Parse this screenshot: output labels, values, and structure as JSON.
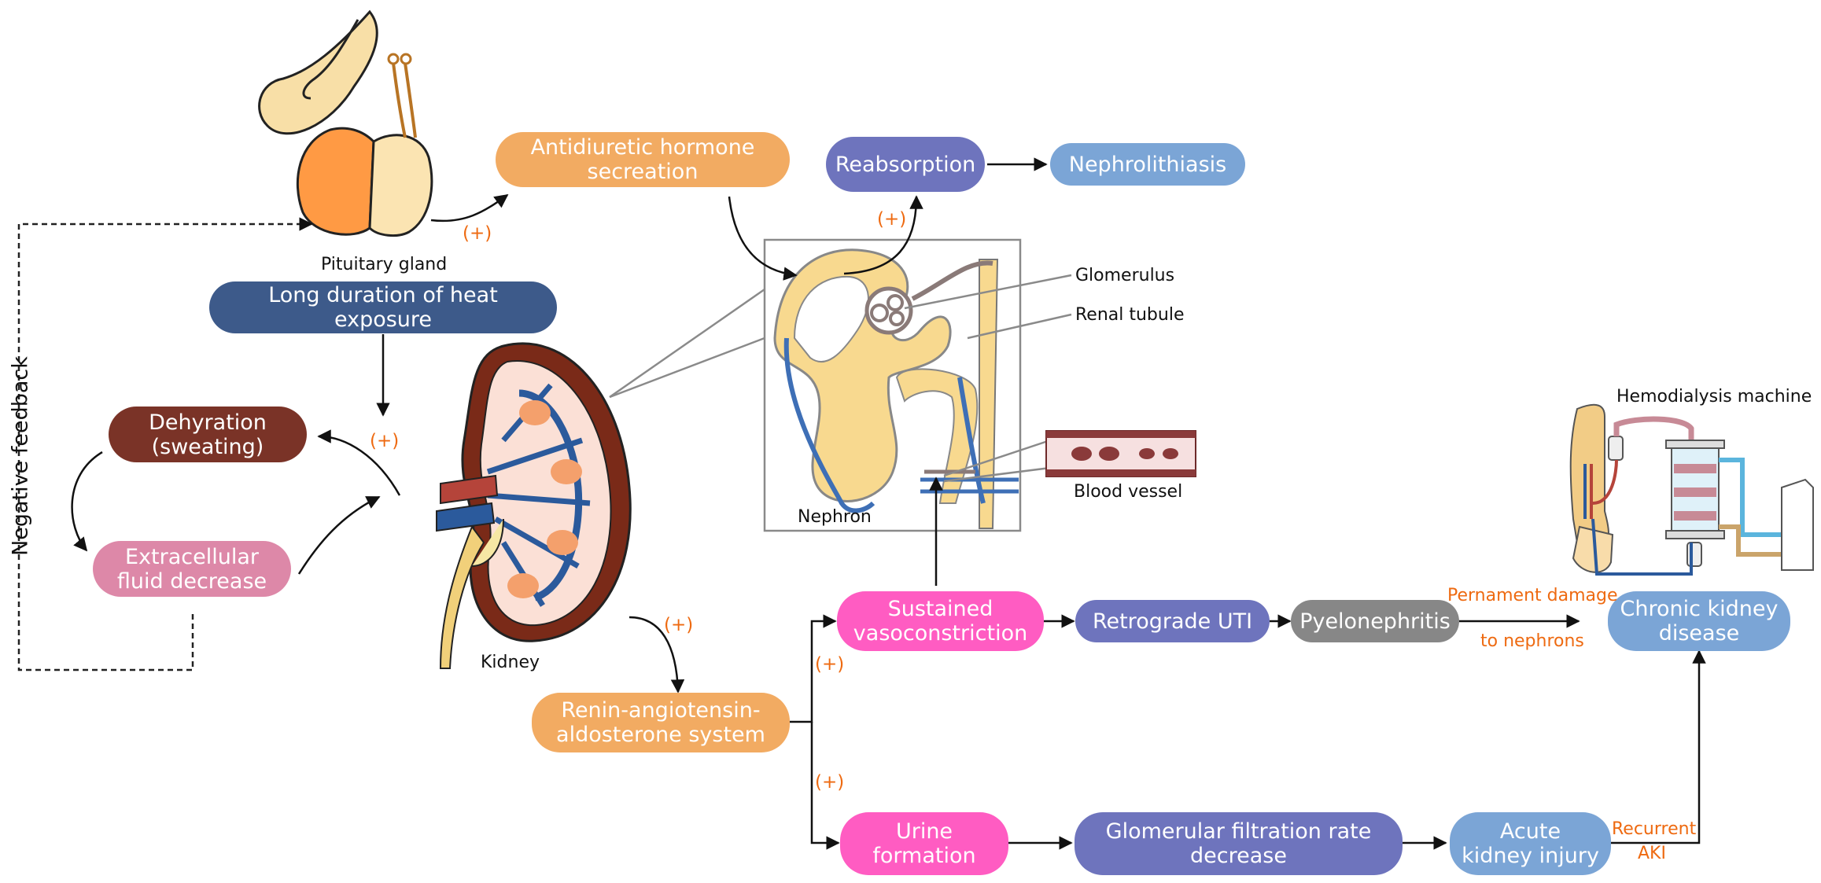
{
  "nodes": {
    "adh": "Antidiuretic hormone\nsecreation",
    "reabsorption": "Reabsorption",
    "nephrolithiasis": "Nephrolithiasis",
    "heat": "Long duration of heat exposure",
    "dehydration": "Dehyration\n(sweating)",
    "ecf": "Extracellular\nfluid decrease",
    "raas": "Renin-angiotensin-\naldosterone system",
    "vaso": "Sustained\nvasoconstriction",
    "uti": "Retrograde UTI",
    "pyelo": "Pyelonephritis",
    "ckd": "Chronic kidney\ndisease",
    "urine": "Urine\nformation",
    "gfr": "Glomerular filtration rate\ndecrease",
    "aki": "Acute\nkidney injury"
  },
  "labels": {
    "pituitary": "Pituitary gland",
    "kidney": "Kidney",
    "nephron": "Nephron",
    "glomerulus": "Glomerulus",
    "tubule": "Renal tubule",
    "vessel": "Blood vessel",
    "hemodialysis": "Hemodialysis machine",
    "feedback": "Negative feedback",
    "perm1": "Pernament damage",
    "perm2": "to nephrons",
    "recurrent1": "Recurrent",
    "recurrent2": "AKI",
    "plus": "(+)"
  },
  "colors": {
    "dark_blue": "#3d5a8a",
    "orange": "#f2ab62",
    "purple": "#6e74bd",
    "light_blue": "#7ba5d6",
    "brown": "#7a3327",
    "pink_mauve": "#dd88a8",
    "magenta": "#ff5cc2",
    "gray": "#878787",
    "accent_text": "#ee6a11"
  }
}
